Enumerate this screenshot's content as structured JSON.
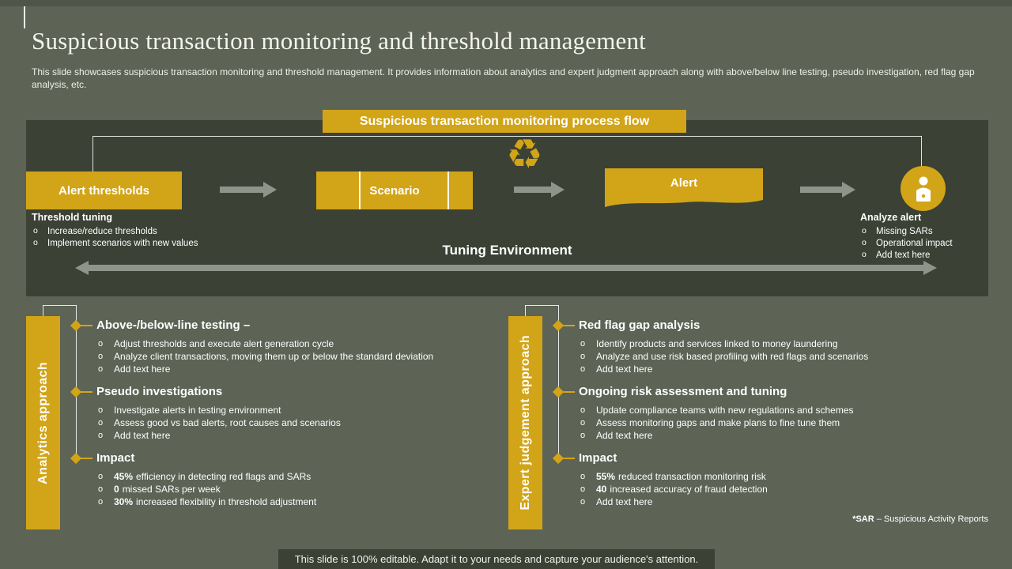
{
  "colors": {
    "gold": "#d2a418",
    "background": "#5d6355",
    "panel": "#3b4134",
    "arrow_gray": "#8f948a"
  },
  "header": {
    "title": "Suspicious transaction monitoring and threshold management",
    "description": "This slide showcases suspicious transaction monitoring and threshold management. It provides information about analytics and expert judgment approach along with above/below line testing, pseudo investigation, red flag gap analysis, etc."
  },
  "process": {
    "banner": "Suspicious transaction monitoring process flow",
    "steps": {
      "alert_thresholds": "Alert thresholds",
      "scenario": "Scenario",
      "alert": "Alert"
    },
    "icons": {
      "recycle": "recycle-symbol",
      "analyst": "person-at-podium"
    },
    "threshold_tuning": {
      "title": "Threshold tuning",
      "items": [
        "Increase/reduce thresholds",
        "Implement scenarios with new values"
      ]
    },
    "tuning_environment": "Tuning Environment",
    "analyze_alert": {
      "title": "Analyze alert",
      "items": [
        "Missing SARs",
        "Operational impact",
        "Add text here"
      ]
    }
  },
  "columns": [
    {
      "label": "Analytics approach",
      "sections": [
        {
          "heading": "Above-/below-line testing –",
          "items": [
            {
              "text": "Adjust thresholds and execute alert generation cycle"
            },
            {
              "text": "Analyze client transactions, moving them up or below the standard deviation"
            },
            {
              "text": "Add text here"
            }
          ]
        },
        {
          "heading": "Pseudo investigations",
          "items": [
            {
              "text": "Investigate alerts in testing environment"
            },
            {
              "text": "Assess good vs bad alerts, root causes and scenarios"
            },
            {
              "text": "Add text here"
            }
          ]
        },
        {
          "heading": "Impact",
          "items": [
            {
              "bold": "45%",
              "text": "efficiency in detecting red flags and SARs"
            },
            {
              "bold": "0",
              "text": "missed SARs per week"
            },
            {
              "bold": "30%",
              "text": "increased flexibility in threshold adjustment"
            }
          ]
        }
      ]
    },
    {
      "label": "Expert judgement approach",
      "sections": [
        {
          "heading": "Red flag gap analysis",
          "items": [
            {
              "text": "Identify products and services linked to money laundering"
            },
            {
              "text": "Analyze and use risk based profiling with red flags and scenarios"
            },
            {
              "text": "Add text here"
            }
          ]
        },
        {
          "heading": "Ongoing risk assessment and tuning",
          "items": [
            {
              "text": "Update compliance teams with new regulations and schemes"
            },
            {
              "text": "Assess monitoring gaps and make plans to fine tune them"
            },
            {
              "text": "Add text here"
            }
          ]
        },
        {
          "heading": "Impact",
          "items": [
            {
              "bold": "55%",
              "text": "reduced transaction monitoring risk"
            },
            {
              "bold": "40",
              "text": "increased accuracy of fraud detection"
            },
            {
              "text": "Add text here"
            }
          ]
        }
      ]
    }
  ],
  "footnote": {
    "bold": "*SAR",
    "rest": " – Suspicious Activity Reports"
  },
  "bottom_bar": "This slide is 100% editable. Adapt it to your needs and capture your audience's attention."
}
